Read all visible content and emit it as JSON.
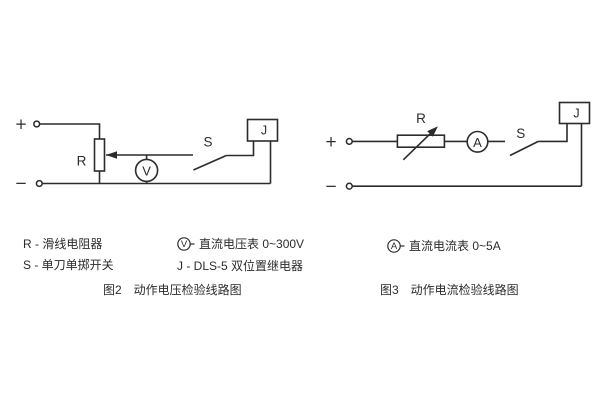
{
  "page": {
    "background": "#ffffff",
    "ink": "#2d2b2b"
  },
  "figure2": {
    "circuit": {
      "plus": "+",
      "minus": "−",
      "rheostat_label": "R",
      "voltmeter_label": "V",
      "switch_label": "S",
      "relay_label": "J"
    },
    "legend": {
      "rheostat": "R - 滑线电阻器",
      "switch": "S - 单刀单掷开关",
      "voltmeter_symbol": "V",
      "voltmeter_desc": "直流电压表 0~300V",
      "relay": "J - DLS-5 双位置继电器"
    },
    "caption": "图2　动作电压检验线路图"
  },
  "figure3": {
    "circuit": {
      "plus": "+",
      "minus": "−",
      "rheostat_label": "R",
      "ammeter_label": "A",
      "switch_label": "S",
      "relay_label": "J"
    },
    "legend": {
      "ammeter_symbol": "A",
      "ammeter_desc": "直流电流表 0~5A"
    },
    "caption": "图3　动作电流检验线路图"
  }
}
